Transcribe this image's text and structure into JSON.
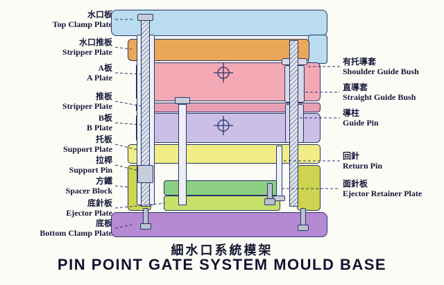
{
  "title": {
    "zh": "細水口系統模架",
    "en": "PIN POINT GATE SYSTEM MOULD BASE"
  },
  "left_labels": [
    {
      "zh": "水口板",
      "en": "Top Clamp Plate"
    },
    {
      "zh": "水口推板",
      "en": "Stripper Plate"
    },
    {
      "zh": "A板",
      "en": "A Plate"
    },
    {
      "zh": "推板",
      "en": "Stripper Plate"
    },
    {
      "zh": "B板",
      "en": "B Plate"
    },
    {
      "zh": "托板",
      "en": "Support Plate"
    },
    {
      "zh": "拉桿",
      "en": "Support Pin"
    },
    {
      "zh": "方鐵",
      "en": "Spacer Block"
    },
    {
      "zh": "底針板",
      "en": "Ejector Plate"
    },
    {
      "zh": "底板",
      "en": "Bottom Clamp Plate"
    }
  ],
  "right_labels": [
    {
      "zh": "有托導套",
      "en": "Shoulder Guide Bush"
    },
    {
      "zh": "直導套",
      "en": "Straight Guide Bush"
    },
    {
      "zh": "導柱",
      "en": "Guide Pin"
    },
    {
      "zh": "回針",
      "en": "Return Pin"
    },
    {
      "zh": "面針板",
      "en": "Ejector Retainer Plate"
    }
  ],
  "plate_colors": {
    "top_clamp": "#b9dcee",
    "stripper_plate_top": "#eaa757",
    "a_plate": "#f3a9b4",
    "stripper_plate": "#e89fb4",
    "b_plate": "#cbbfe8",
    "support_plate": "#f2ec86",
    "spacer_block": "#cdd44f",
    "ejector_retainer_plate": "#8ed083",
    "ejector_plate": "#c7e06a",
    "bottom_clamp": "#b58ad2"
  },
  "colors": {
    "outline": "#25356b",
    "leader_line": "#25356b",
    "background": "#fcfbf5"
  }
}
